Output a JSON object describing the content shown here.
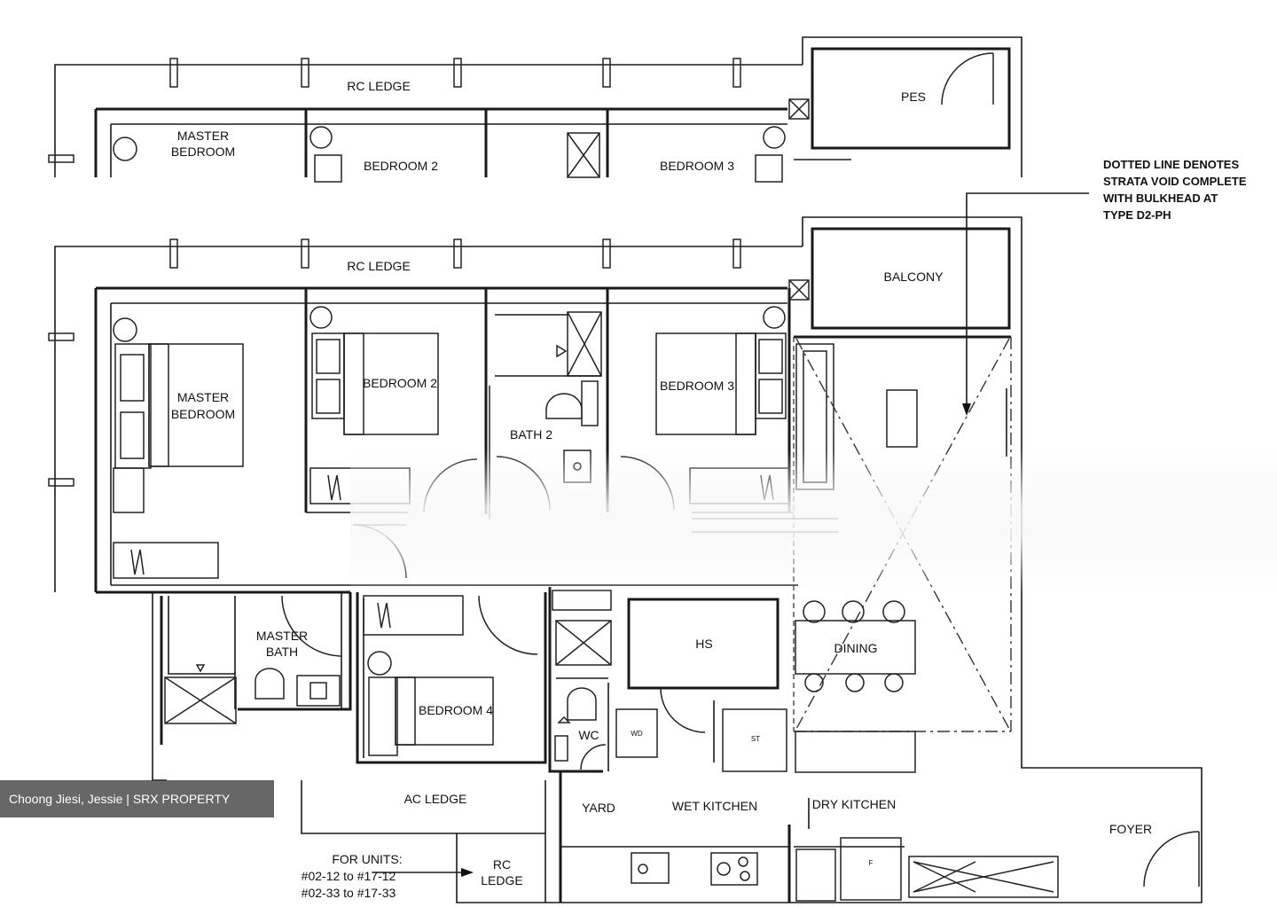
{
  "labels": {
    "rc_ledge_top": "RC LEDGE",
    "rc_ledge_main": "RC LEDGE",
    "pes": "PES",
    "master_bedroom_top_1": "MASTER",
    "master_bedroom_top_2": "BEDROOM",
    "bedroom2_top": "BEDROOM 2",
    "bedroom3_top": "BEDROOM 3",
    "balcony": "BALCONY",
    "master_bedroom_1": "MASTER",
    "master_bedroom_2": "BEDROOM",
    "bedroom2": "BEDROOM 2",
    "bath2": "BATH 2",
    "bedroom3": "BEDROOM 3",
    "master_bath_1": "MASTER",
    "master_bath_2": "BATH",
    "bedroom4": "BEDROOM 4",
    "hs": "HS",
    "dining": "DINING",
    "wc": "WC",
    "wd": "WD",
    "st": "ST",
    "ac_ledge": "AC LEDGE",
    "yard": "YARD",
    "wet_kitchen": "WET KITCHEN",
    "dry_kitchen": "DRY KITCHEN",
    "foyer": "FOYER",
    "rc_ledge_bottom_1": "RC",
    "rc_ledge_bottom_2": "LEDGE",
    "fridge": "F"
  },
  "notes": {
    "void_note_1": "DOTTED LINE DENOTES",
    "void_note_2": "STRATA VOID COMPLETE",
    "void_note_3": "WITH BULKHEAD AT",
    "void_note_4": "TYPE D2-PH",
    "units_1": "FOR UNITS:",
    "units_2": "#02-12 to #17-12",
    "units_3": "#02-33 to #17-33"
  },
  "watermark": "Choong Jiesi, Jessie | SRX PROPERTY"
}
